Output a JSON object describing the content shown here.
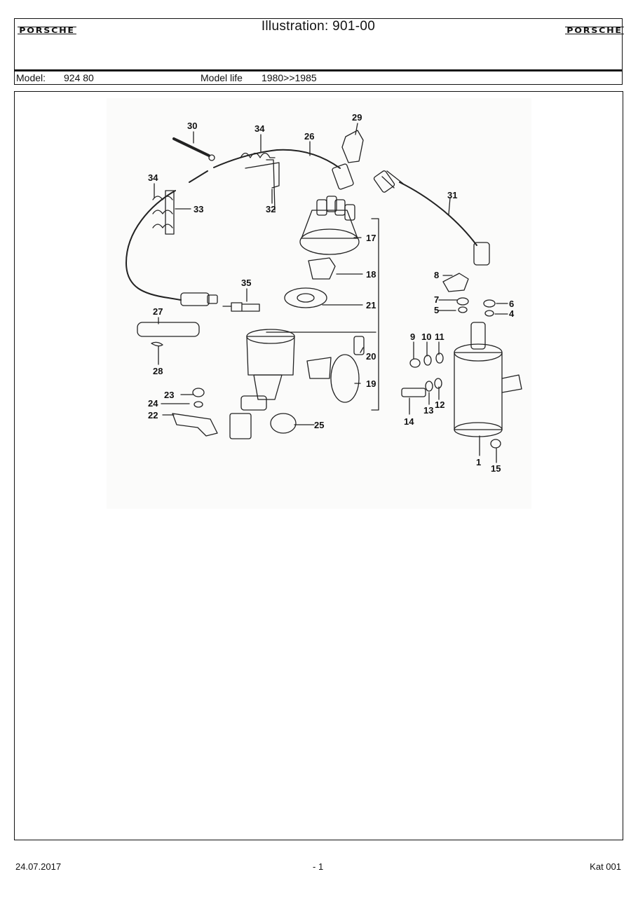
{
  "header": {
    "logo_left": "PORSCHE",
    "logo_right": "PORSCHE",
    "title": "Illustration: 901-00",
    "model_label": "Model:",
    "model_value": "924 80",
    "model_life_label": "Model life",
    "model_life_value": "1980>>1985"
  },
  "callouts": {
    "c1": "1",
    "c4": "4",
    "c5": "5",
    "c6": "6",
    "c7": "7",
    "c8": "8",
    "c9": "9",
    "c10": "10",
    "c11": "11",
    "c12": "12",
    "c13": "13",
    "c14": "14",
    "c15": "15",
    "c17": "17",
    "c18": "18",
    "c19": "19",
    "c20": "20",
    "c21": "21",
    "c22": "22",
    "c23": "23",
    "c24": "24",
    "c25": "25",
    "c26": "26",
    "c27": "27",
    "c28": "28",
    "c29": "29",
    "c30": "30",
    "c31": "31",
    "c32": "32",
    "c33": "33",
    "c34a": "34",
    "c34b": "34",
    "c35": "35"
  },
  "footer": {
    "date": "24.07.2017",
    "page": "- 1",
    "catalog": "Kat 001"
  }
}
